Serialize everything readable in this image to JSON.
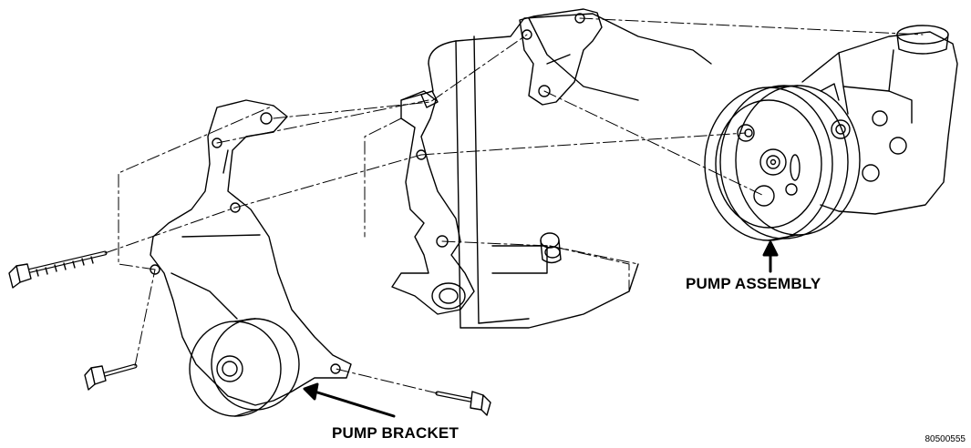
{
  "labels": {
    "pump_assembly": "PUMP ASSEMBLY",
    "pump_bracket": "PUMP BRACKET"
  },
  "figure_number": "80500555",
  "colors": {
    "line": "#000000",
    "background": "#ffffff",
    "shade": "#d8d8d8"
  }
}
